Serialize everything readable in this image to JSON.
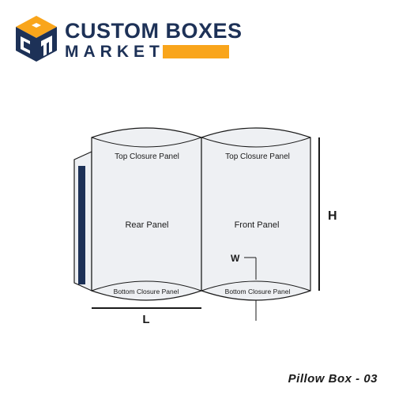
{
  "brand": {
    "line1": "CUSTOM BOXES",
    "line2": "MARKET",
    "navy": "#1d3157",
    "orange": "#f9a51b"
  },
  "diagram": {
    "panels": {
      "top_closure_left": "Top Closure Panel",
      "top_closure_right": "Top Closure Panel",
      "rear": "Rear Panel",
      "front": "Front Panel",
      "bottom_closure_left": "Bottom Closure Panel",
      "bottom_closure_right": "Bottom Closure Panel"
    },
    "dimensions": {
      "height": "H",
      "length": "L",
      "width": "W"
    },
    "colors": {
      "panel_fill": "#eef0f3",
      "outline": "#1a1a1a",
      "glue_strip": "#1d3157"
    }
  },
  "footer": {
    "caption": "Pillow Box - 03"
  }
}
